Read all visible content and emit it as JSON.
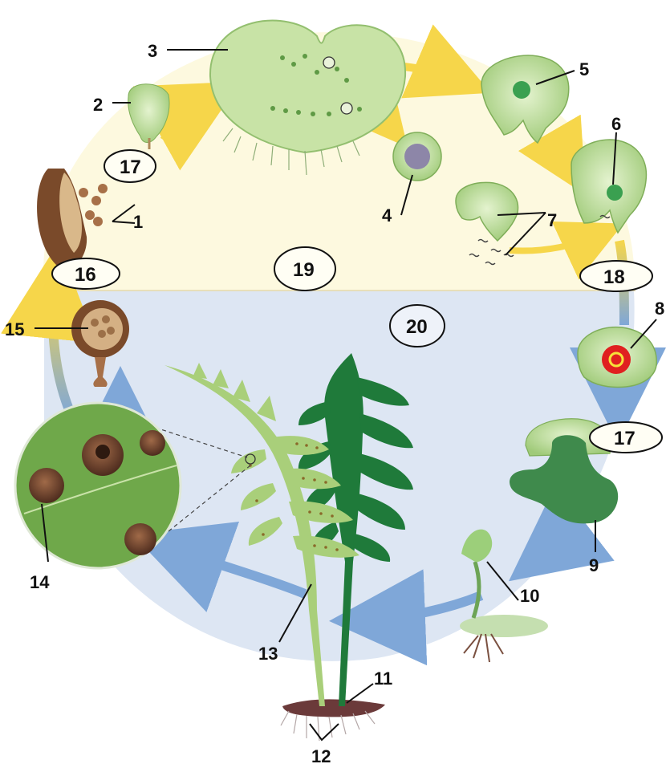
{
  "diagram": {
    "labels": {
      "l1": "1",
      "l2": "2",
      "l3": "3",
      "l4": "4",
      "l5": "5",
      "l6": "6",
      "l7": "7",
      "l8": "8",
      "l9": "9",
      "l10": "10",
      "l11": "11",
      "l12": "12",
      "l13": "13",
      "l14": "14",
      "l15": "15",
      "l16": "16",
      "l17a": "17",
      "l17b": "17",
      "l18": "18",
      "l19": "19",
      "l20": "20"
    },
    "colors": {
      "upper_background": "#fdf9df",
      "lower_background": "#dde6f3",
      "gametophyte_green": "#c8e3a6",
      "sporophyte_green": "#1f7a3a",
      "pale_frond": "#a9cf7a",
      "sorus_brown": "#7a4a2a",
      "arrow_yellow": "#f6d64a",
      "arrow_blue": "#7fa7d8",
      "zygote_red": "#e02020"
    }
  }
}
